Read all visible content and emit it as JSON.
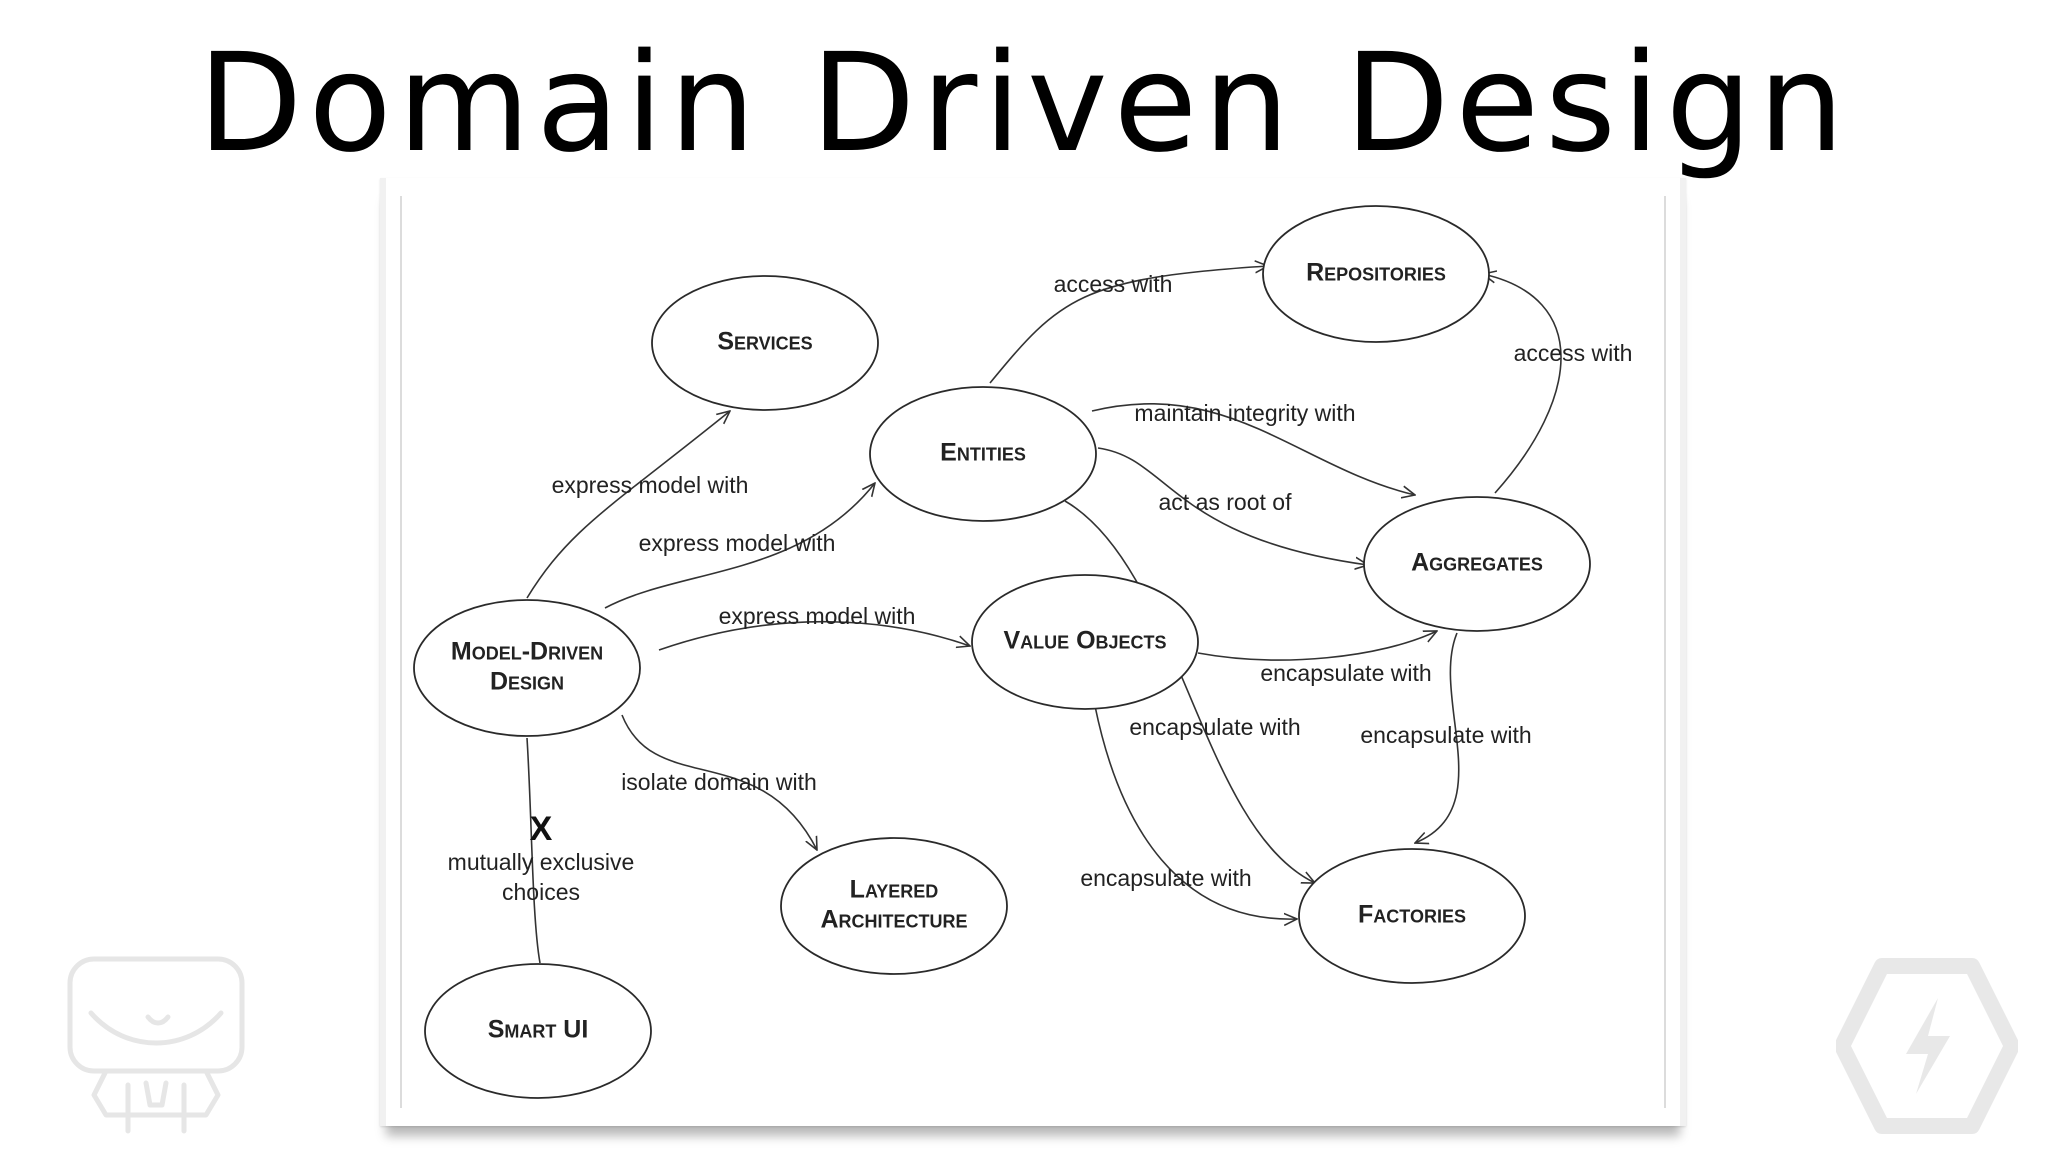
{
  "slide": {
    "title": "Domain Driven Design"
  },
  "diagram": {
    "nodes": {
      "services": [
        "Services"
      ],
      "entities": [
        "Entities"
      ],
      "repositories": [
        "Repositories"
      ],
      "aggregates": [
        "Aggregates"
      ],
      "model_driven_design": [
        "Model-Driven",
        "Design"
      ],
      "value_objects": [
        "Value Objects"
      ],
      "layered_architecture": [
        "Layered",
        "Architecture"
      ],
      "factories": [
        "Factories"
      ],
      "smart_ui": [
        "Smart UI"
      ]
    },
    "edges": {
      "mdd_services": "express model with",
      "mdd_entities": "express model with",
      "mdd_value_objects": "express model with",
      "mdd_layered": "isolate domain with",
      "entities_repositories": "access with",
      "aggregates_repositories": "access with",
      "entities_aggregates_integrity": "maintain integrity with",
      "entities_aggregates_root": "act as root of",
      "value_objects_aggregates": "encapsulate with",
      "entities_factories": "encapsulate with",
      "aggregates_factories": "encapsulate with",
      "value_objects_factories": "encapsulate with",
      "mutually_exclusive_mark": "X",
      "mutually_exclusive": [
        "mutually exclusive",
        "choices"
      ]
    }
  }
}
